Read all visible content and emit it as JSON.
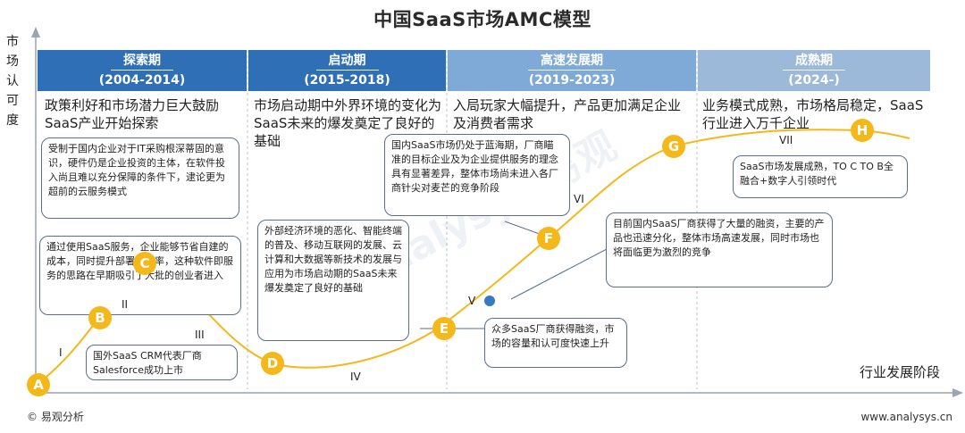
{
  "title": "中国SaaS市场AMC模型",
  "y_axis_label": "市场认可度",
  "x_axis_label": "行业发展阶段",
  "colors": {
    "phase1": "#2f6fb6",
    "phase2": "#2f6fb6",
    "phase3": "#7fa9d6",
    "phase4": "#9db9d9",
    "curve": "#f5b81a",
    "marker": "#f5b81a",
    "dot": "#3a78c2",
    "border": "#5a6e8a"
  },
  "phases": [
    {
      "name": "探索期",
      "years": "(2004-2014)",
      "desc": "政策利好和市场潜力巨大鼓励SaaS产业开始探索"
    },
    {
      "name": "启动期",
      "years": "(2015-2018)",
      "desc": "市场启动期中外界环境的变化为SaaS未来的爆发奠定了良好的基础"
    },
    {
      "name": "高速发展期",
      "years": "(2019-2023)",
      "desc": "入局玩家大幅提升，产品更加满足企业及消费者需求"
    },
    {
      "name": "成熟期",
      "years": "(2024-)",
      "desc": "业务模式成熟，市场格局稳定，SaaS行业进入万千企业"
    }
  ],
  "callouts": {
    "c1": "受制于国内企业对于IT采购根深蒂固的意识，硬件仍是企业投资的主体，在软件投入尚且难以充分保障的条件下，逮论更为超前的云服务模式",
    "c2": "通过使用SaaS服务，企业能够节省自建的成本，同时提升部署的效率，这种软件即服务的思路在早期吸引了大批的创业者进入",
    "c3": "国外SaaS CRM代表厂商Salesforce成功上市",
    "c4": "外部经济环境的恶化、智能终端的普及、移动互联网的发展、云计算和大数据等新技术的发展与应用为市场启动期的SaaS未来爆发奠定了良好的基础",
    "c5": "国内SaaS市场仍处于蓝海期，厂商瞄准的目标企业及为企业提供服务的理念具有显著差异，整体市场尚未进入各厂商针尖对麦芒的竞争阶段",
    "c6": "众多SaaS厂商获得融资，市场的容量和认可度快速上升",
    "c7": "目前国内SaaS厂商获得了大量的融资，主要的产品也迅速分化，整体市场高速发展，同时市场也将面临更为激烈的竞争",
    "c8": "SaaS市场发展成熟，TO C TO B全融合+数字人引领时代"
  },
  "markers": [
    "A",
    "B",
    "C",
    "D",
    "E",
    "F",
    "G",
    "H"
  ],
  "roman": [
    "I",
    "II",
    "III",
    "IV",
    "V",
    "VI",
    "VII"
  ],
  "footer": {
    "source": "© 易观分析",
    "url": "www.analysys.cn"
  }
}
